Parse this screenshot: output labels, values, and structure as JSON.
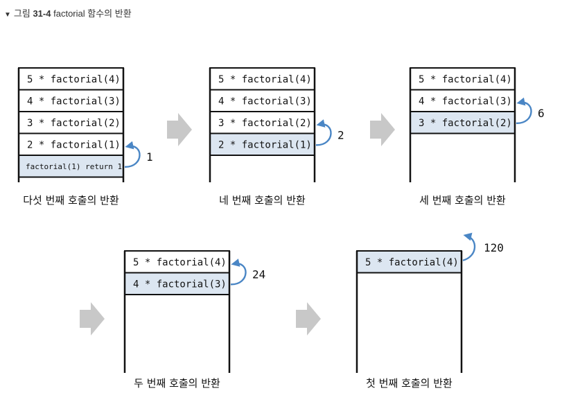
{
  "caption": {
    "triangle": "▼",
    "prefix": "그림",
    "number": "31-4",
    "text": "factorial 함수의 반환"
  },
  "colors": {
    "highlight_fill": "#dce6f1",
    "arrow_blue": "#4a86c5",
    "transition_gray": "#c8c8c8",
    "line": "#111111"
  },
  "stacks": [
    {
      "label": "다섯 번째 호출의 반환",
      "frames": [
        "5 * factorial(4)",
        "4 * factorial(3)",
        "3 * factorial(2)",
        "2 * factorial(1)",
        "factorial(1) return 1"
      ],
      "highlight": 4,
      "return_value": "1"
    },
    {
      "label": "네 번째 호출의 반환",
      "frames": [
        "5 * factorial(4)",
        "4 * factorial(3)",
        "3 * factorial(2)",
        "2 * factorial(1)"
      ],
      "highlight": 3,
      "return_value": "2"
    },
    {
      "label": "세 번째 호출의 반환",
      "frames": [
        "5 * factorial(4)",
        "4 * factorial(3)",
        "3 * factorial(2)"
      ],
      "highlight": 2,
      "return_value": "6"
    },
    {
      "label": "두 번째 호출의 반환",
      "frames": [
        "5 * factorial(4)",
        "4 * factorial(3)"
      ],
      "highlight": 1,
      "return_value": "24"
    },
    {
      "label": "첫 번째 호출의 반환",
      "frames": [
        "5 * factorial(4)"
      ],
      "highlight": 0,
      "return_value": "120"
    }
  ]
}
